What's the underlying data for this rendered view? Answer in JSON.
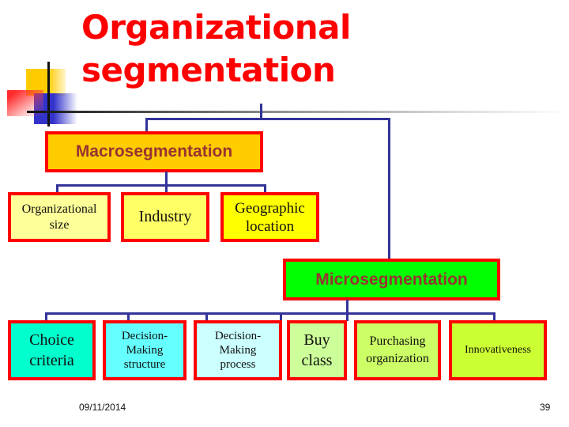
{
  "slide": {
    "title_line1": "Organizational",
    "title_line2": "segmentation",
    "date": "09/11/2014",
    "page_number": "39"
  },
  "colors": {
    "title": "#ff0000",
    "box_border": "#ff0000",
    "connector": "#333399",
    "macro_fill": "#ffcc00",
    "micro_fill": "#00ff00",
    "heading_text": "#993333"
  },
  "diagram": {
    "macro": {
      "label": "Macrosegmentation",
      "children": [
        {
          "label_line1": "Organizational",
          "label_line2": "size",
          "fill": "#ffff99"
        },
        {
          "label_line1": "Industry",
          "label_line2": "",
          "fill": "#ffff66"
        },
        {
          "label_line1": "Geographic",
          "label_line2": "location",
          "fill": "#ffff00"
        }
      ]
    },
    "micro": {
      "label": "Microsegmentation",
      "children": [
        {
          "label_line1": "Choice",
          "label_line2": "criteria",
          "label_line3": "",
          "fill": "#00ffcc"
        },
        {
          "label_line1": "Decision-",
          "label_line2": "Making",
          "label_line3": "structure",
          "fill": "#66ffff"
        },
        {
          "label_line1": "Decision-",
          "label_line2": "Making",
          "label_line3": "process",
          "fill": "#ccffff"
        },
        {
          "label_line1": "Buy",
          "label_line2": "class",
          "label_line3": "",
          "fill": "#ccff99"
        },
        {
          "label_line1": "Purchasing",
          "label_line2": "organization",
          "label_line3": "",
          "fill": "#ccff66"
        },
        {
          "label_line1": "Innovativeness",
          "label_line2": "",
          "label_line3": "",
          "fill": "#ccff33"
        }
      ]
    }
  }
}
